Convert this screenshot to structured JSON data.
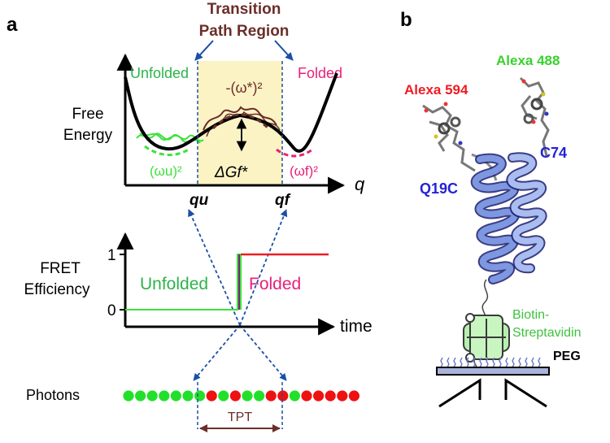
{
  "panel_a": {
    "label": "a",
    "header_line1": "Transition",
    "header_line2": "Path Region",
    "unfolded_label": "Unfolded",
    "folded_label": "Folded",
    "y_label_line1": "Free",
    "y_label_line2": "Energy",
    "barrier_curv": "-(ω*)²",
    "delta_g": "ΔGf*",
    "omega_u": "(ωu)²",
    "omega_f": "(ωf)²",
    "q_axis": "q",
    "q_u": "qu",
    "q_f": "qf",
    "fret_line1": "FRET",
    "fret_line2": "Efficiency",
    "tick_1": "1",
    "tick_0": "0",
    "fret_unfolded": "Unfolded",
    "fret_folded": "Folded",
    "time_label": "time",
    "photons_label": "Photons",
    "photons": [
      "green",
      "green",
      "green",
      "green",
      "green",
      "green",
      "green",
      "red",
      "green",
      "red",
      "green",
      "green",
      "red",
      "red",
      "green",
      "red",
      "red",
      "red",
      "red",
      "red"
    ],
    "tpt_label": "TPT"
  },
  "panel_b": {
    "label": "b",
    "alexa594": "Alexa 594",
    "alexa488": "Alexa 488",
    "c74": "C74",
    "q19c": "Q19C",
    "biotin_line1": "Biotin-",
    "biotin_line2": "Streptavidin",
    "peg": "PEG"
  },
  "colors": {
    "unfolded": "#2db34a",
    "folded": "#e8207a",
    "header": "#6b2e2a",
    "dashed": "#1a4ea8",
    "tp_fill": "#fbf3c4",
    "alexa594": "#ee1c24",
    "alexa488": "#39d12e",
    "label_blue": "#2323d6",
    "streptavidin": "#3ec23e",
    "photon_green": "#22e02a",
    "photon_red": "#ee1111"
  }
}
